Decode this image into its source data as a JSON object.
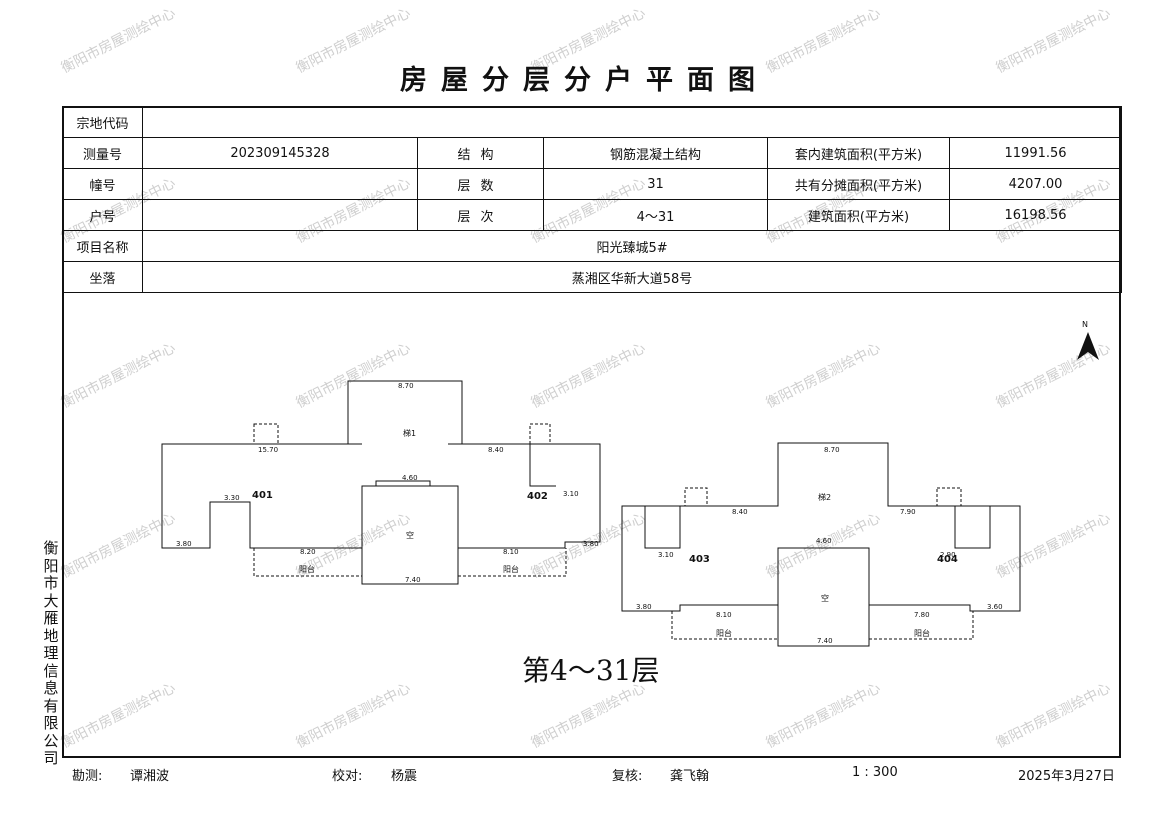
{
  "title": "房屋分层分户平面图",
  "info": {
    "parcel_code": {
      "label": "宗地代码",
      "value": ""
    },
    "survey_no": {
      "label": "测量号",
      "value": "202309145328"
    },
    "structure": {
      "label": "结构",
      "value": "钢筋混凝土结构"
    },
    "inner_area": {
      "label": "套内建筑面积(平方米)",
      "value": "11991.56"
    },
    "building_no": {
      "label": "幢号",
      "value": ""
    },
    "floors": {
      "label": "层数",
      "value": "31"
    },
    "shared_area": {
      "label": "共有分摊面积(平方米)",
      "value": "4207.00"
    },
    "unit_no": {
      "label": "户号",
      "value": ""
    },
    "floor_range": {
      "label": "层次",
      "value": "4～31"
    },
    "building_area": {
      "label": "建筑面积(平方米)",
      "value": "16198.56"
    },
    "project_name": {
      "label": "项目名称",
      "value": "阳光臻城5#"
    },
    "location": {
      "label": "坐落",
      "value": "蒸湘区华新大道58号"
    }
  },
  "plan": {
    "floor_label": "第4～31层",
    "north": "N",
    "units": [
      "401",
      "402",
      "403",
      "404"
    ],
    "stair_1": "梯1",
    "stair_2": "梯2",
    "void": "空",
    "balcony": "阳台"
  },
  "side_company": "衡阳市大雁地理信息有限公司",
  "watermark": "衡阳市房屋测绘中心",
  "footer": {
    "surveyor_label": "勘测:",
    "surveyor": "谭湘波",
    "checker_label": "校对:",
    "checker": "杨震",
    "reviewer_label": "复核:",
    "reviewer": "龚飞翰",
    "scale": "1 : 300",
    "date": "2025年3月27日"
  },
  "colors": {
    "line": "#111111",
    "watermark": "#cfcfcf"
  }
}
